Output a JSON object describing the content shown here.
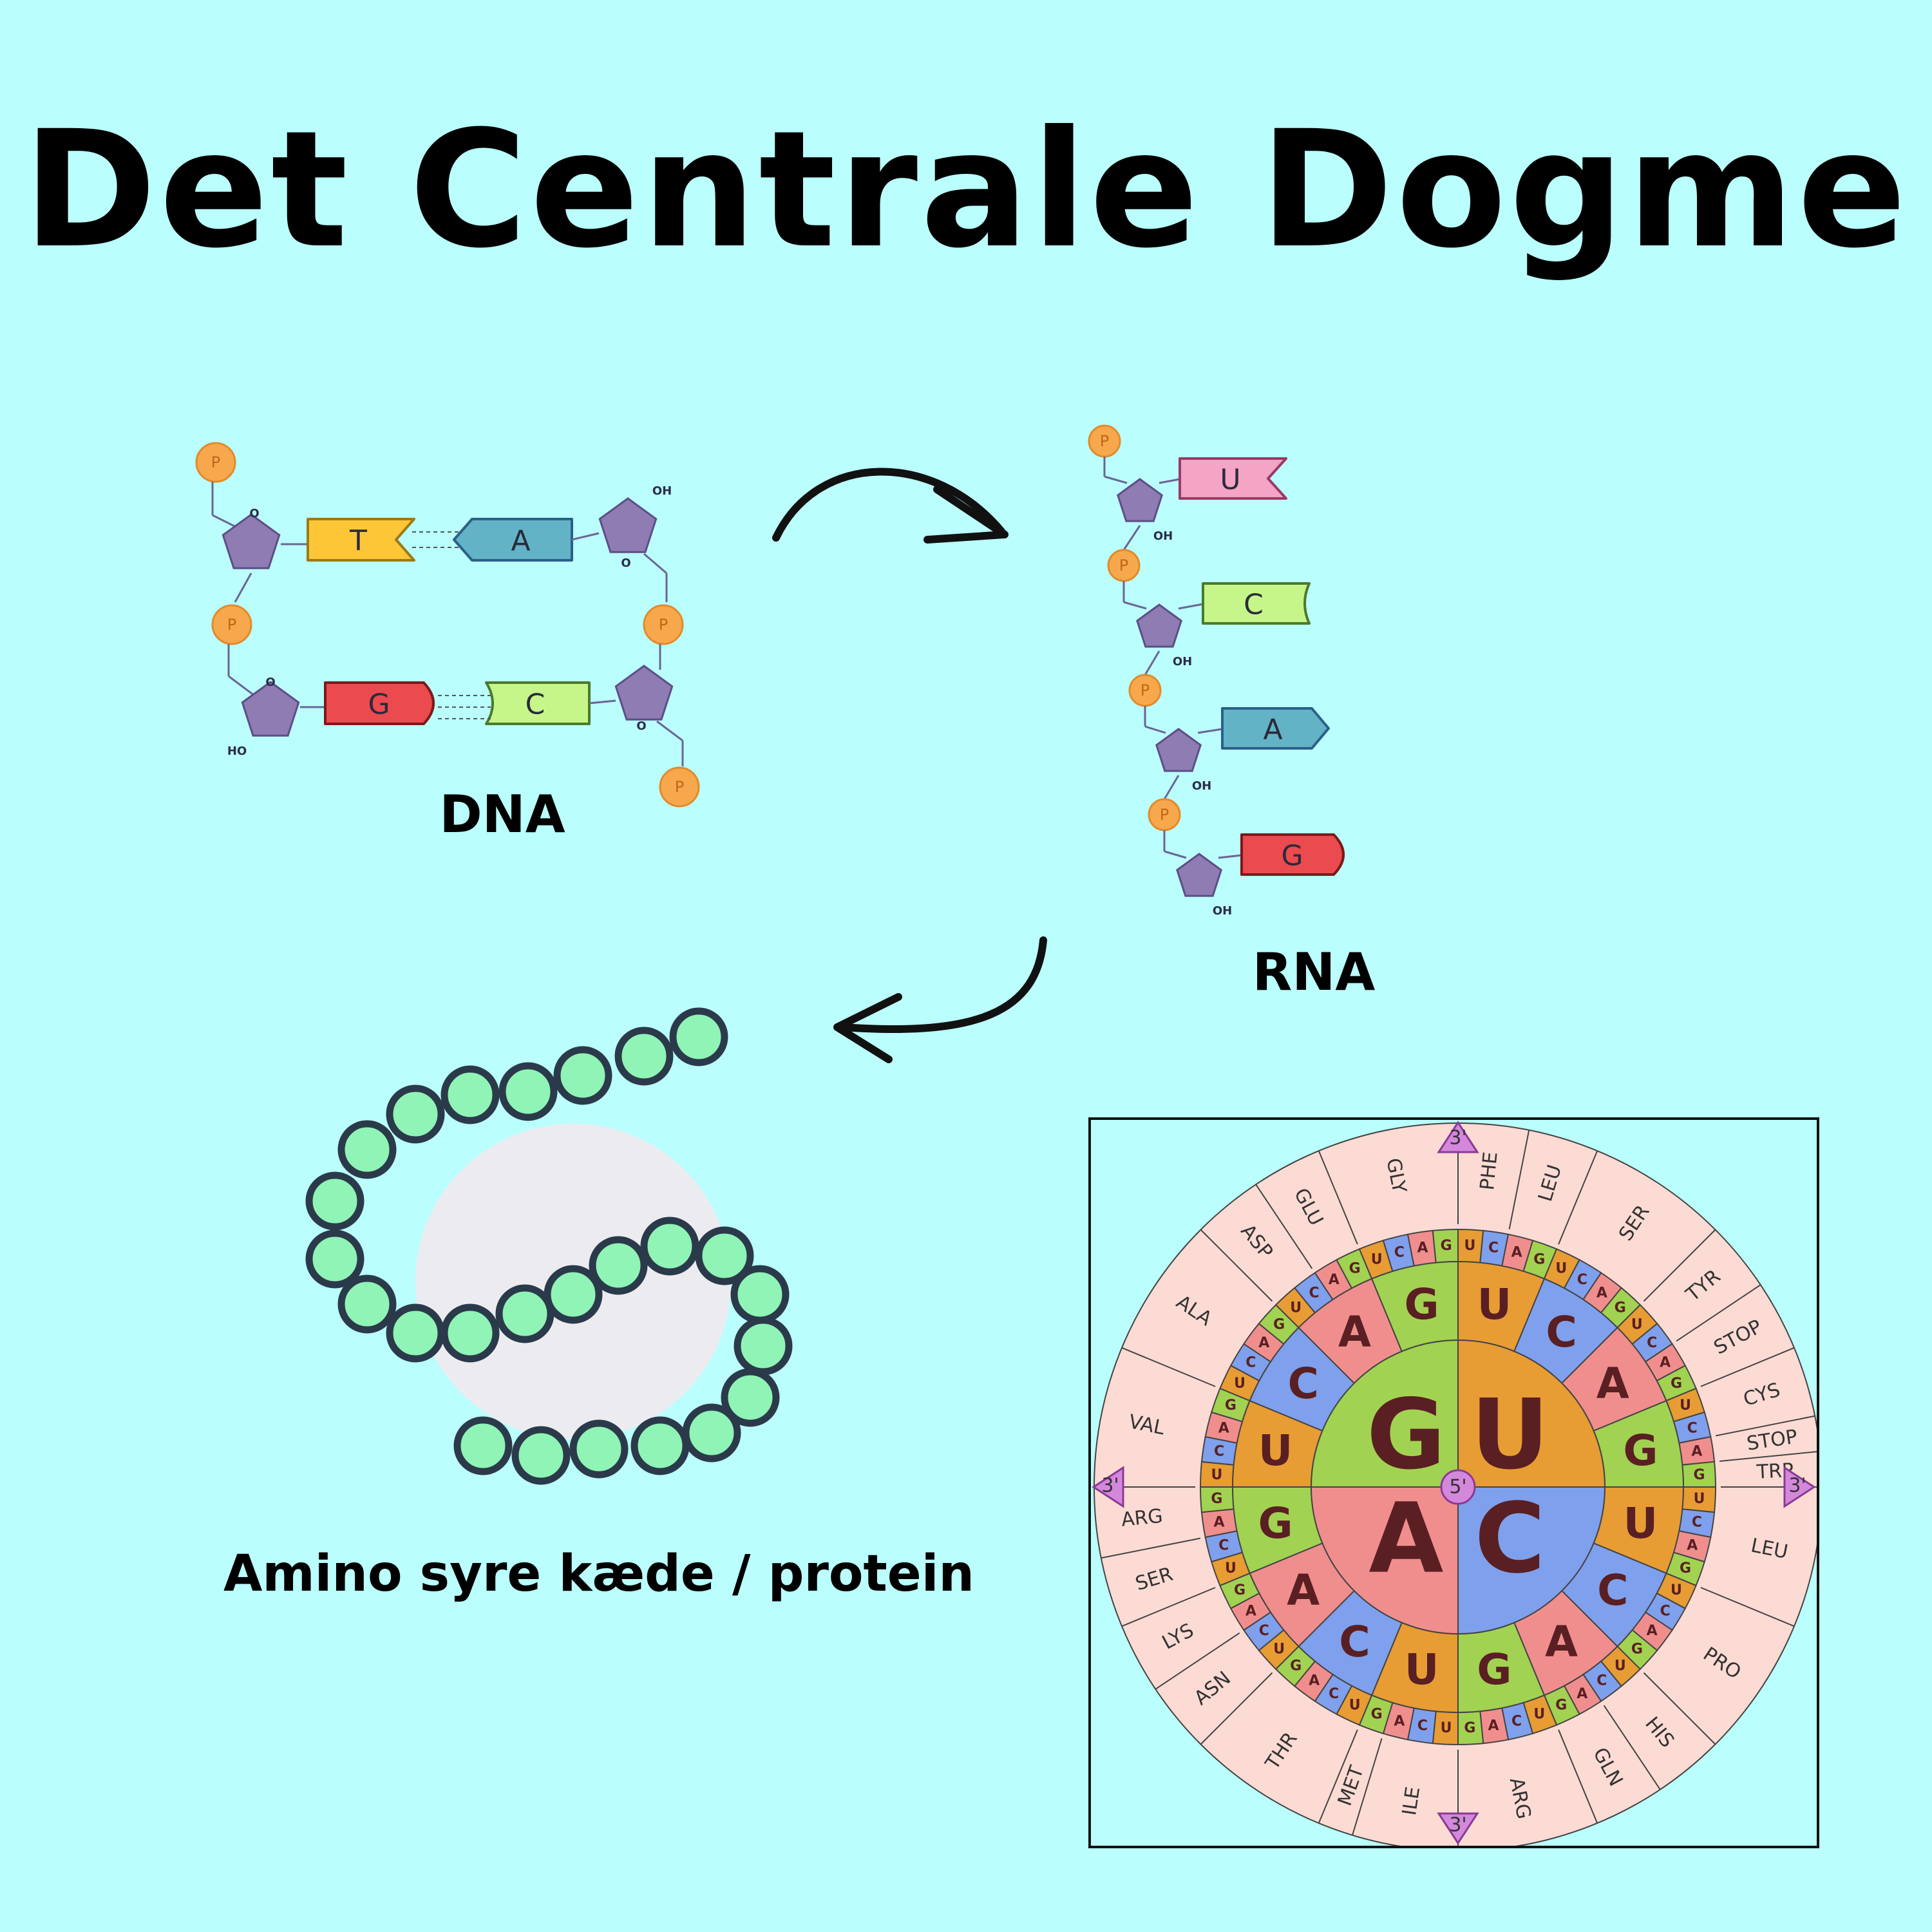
{
  "title": "Det Centrale Dogme",
  "dna": {
    "label": "DNA",
    "top_pair": [
      "T",
      "A"
    ],
    "bottom_pair": [
      "G",
      "C"
    ],
    "phosphate_label": "P",
    "oh_label": "OH",
    "ho_label": "HO",
    "o_label": "O"
  },
  "rna": {
    "label": "RNA",
    "bases": [
      "U",
      "C",
      "A",
      "G"
    ],
    "phosphate_label": "P",
    "oh_label": "OH"
  },
  "protein": {
    "label": "Amino syre kæde / protein"
  },
  "codon_wheel": {
    "end_label_outer": "3'",
    "center_label": "5'",
    "inner_bases": [
      "U",
      "C",
      "A",
      "G"
    ],
    "middle_bases": [
      "U",
      "C",
      "A",
      "G",
      "U",
      "C",
      "A",
      "G",
      "U",
      "C",
      "A",
      "G",
      "U",
      "C",
      "A",
      "G"
    ],
    "amino_acids": [
      "PHE",
      "LEU",
      "SER",
      "TYR",
      "STOP",
      "CYS",
      "STOP",
      "TRP",
      "LEU",
      "PRO",
      "HIS",
      "GLN",
      "ARG",
      "ILE",
      "MET",
      "THR",
      "ASN",
      "LYS",
      "SER",
      "ARG",
      "VAL",
      "ALA",
      "ASP",
      "GLU",
      "GLY"
    ],
    "colors": {
      "U": "#e89c34",
      "C": "#7fa0ec",
      "A": "#f08e8e",
      "G": "#a2d251",
      "outer_ring": "#fcdbd4",
      "marker": "#d488dc"
    }
  },
  "colors": {
    "background": "#bafefd",
    "T": "#fcc636",
    "A": "#62b3c5",
    "G": "#eb4a4f",
    "C": "#c6f68a",
    "U": "#f4a4c4",
    "sugar": "#8e7cb3",
    "phosphate": "#f7a84d",
    "amino_bead": "#8ff4b5",
    "amino_outline": "#2b3a4a",
    "blob": "#ececf0"
  }
}
